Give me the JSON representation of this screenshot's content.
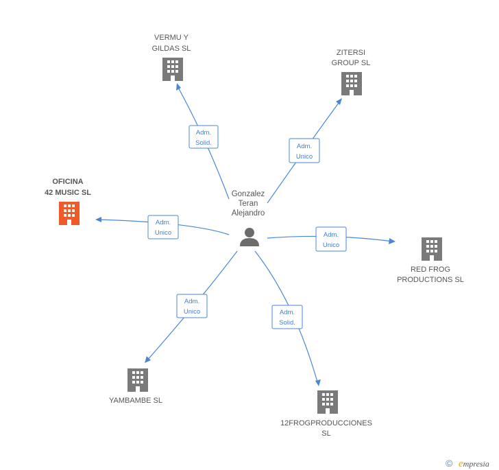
{
  "center": {
    "lines": [
      "Gonzalez",
      "Teran",
      "Alejandro"
    ],
    "icon": "person-icon"
  },
  "companies": [
    {
      "id": "vermu",
      "lines": [
        "VERMU Y",
        "GILDAS  SL"
      ],
      "role": [
        "Adm.",
        "Solid."
      ],
      "highlight": false
    },
    {
      "id": "zitersi",
      "lines": [
        "ZITERSI",
        "GROUP  SL"
      ],
      "role": [
        "Adm.",
        "Unico"
      ],
      "highlight": false
    },
    {
      "id": "oficina",
      "lines": [
        "OFICINA",
        "42 MUSIC  SL"
      ],
      "role": [
        "Adm.",
        "Unico"
      ],
      "highlight": true
    },
    {
      "id": "redfrog",
      "lines": [
        "RED FROG",
        "PRODUCTIONS SL"
      ],
      "role": [
        "Adm.",
        "Unico"
      ],
      "highlight": false
    },
    {
      "id": "yambambe",
      "lines": [
        "YAMBAMBE  SL"
      ],
      "role": [
        "Adm.",
        "Unico"
      ],
      "highlight": false
    },
    {
      "id": "12frog",
      "lines": [
        "12FROGPRODUCCIONES",
        "SL"
      ],
      "role": [
        "Adm.",
        "Solid."
      ],
      "highlight": false
    }
  ],
  "colors": {
    "edge": "#4a86d4",
    "building": "#7a7a7a",
    "building_highlight": "#f05a28",
    "text": "#555555"
  },
  "footer": {
    "copyright_symbol": "©",
    "brand_initial": "e",
    "brand_rest": "mpresia"
  }
}
